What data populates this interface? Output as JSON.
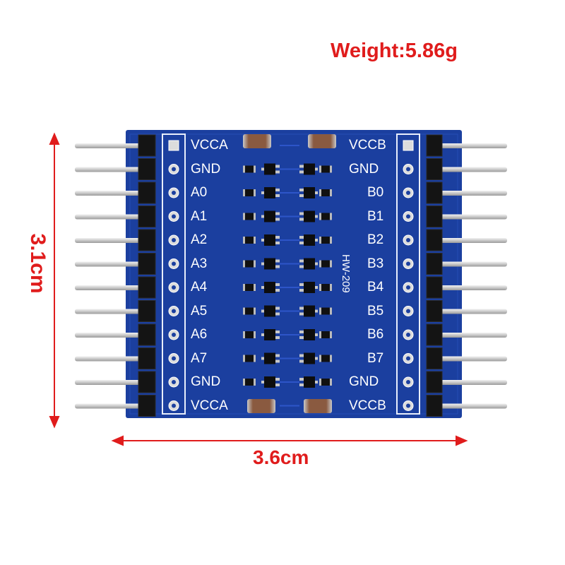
{
  "annotations": {
    "weight": "Weight:5.86g",
    "height": "3.1cm",
    "width": "3.6cm"
  },
  "colors": {
    "accent": "#e01c1c",
    "pcb": "#1b3f9f",
    "pins": "#d6d6d6",
    "header": "#141414"
  },
  "board": {
    "model": "HW-209",
    "left_labels": [
      "VCCA",
      "GND",
      "A0",
      "A1",
      "A2",
      "A3",
      "A4",
      "A5",
      "A6",
      "A7",
      "GND",
      "VCCA"
    ],
    "right_labels": [
      "VCCB",
      "GND",
      "B0",
      "B1",
      "B2",
      "B3",
      "B4",
      "B5",
      "B6",
      "B7",
      "GND",
      "VCCB"
    ]
  }
}
